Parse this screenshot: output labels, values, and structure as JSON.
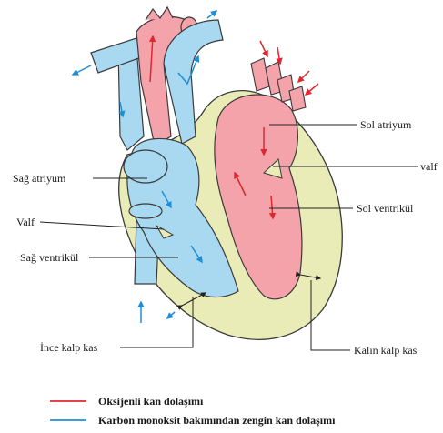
{
  "labels": {
    "sol_atriyum": "Sol atriyum",
    "valf_right": "valf",
    "sag_atriyum": "Sağ atriyum",
    "sol_ventrikul": "Sol ventrikül",
    "valf_left": "Valf",
    "sag_ventrikul": "Sağ ventrikül",
    "ince_kalp_kas": "İnce kalp kas",
    "kalin_kalp_kas": "Kalın kalp kas"
  },
  "legend": {
    "oxygenated": "Oksijenli kan dolaşımı",
    "deoxygenated": "Karbon monoksit bakımından zengin kan dolaşımı"
  },
  "colors": {
    "oxygenated_blood": "#f4a3ab",
    "deoxygenated_blood": "#a9d8f1",
    "muscle": "#e9ecb6",
    "red_arrow": "#e0262e",
    "blue_arrow": "#1e8fd6",
    "outline": "#3a3a3a"
  }
}
